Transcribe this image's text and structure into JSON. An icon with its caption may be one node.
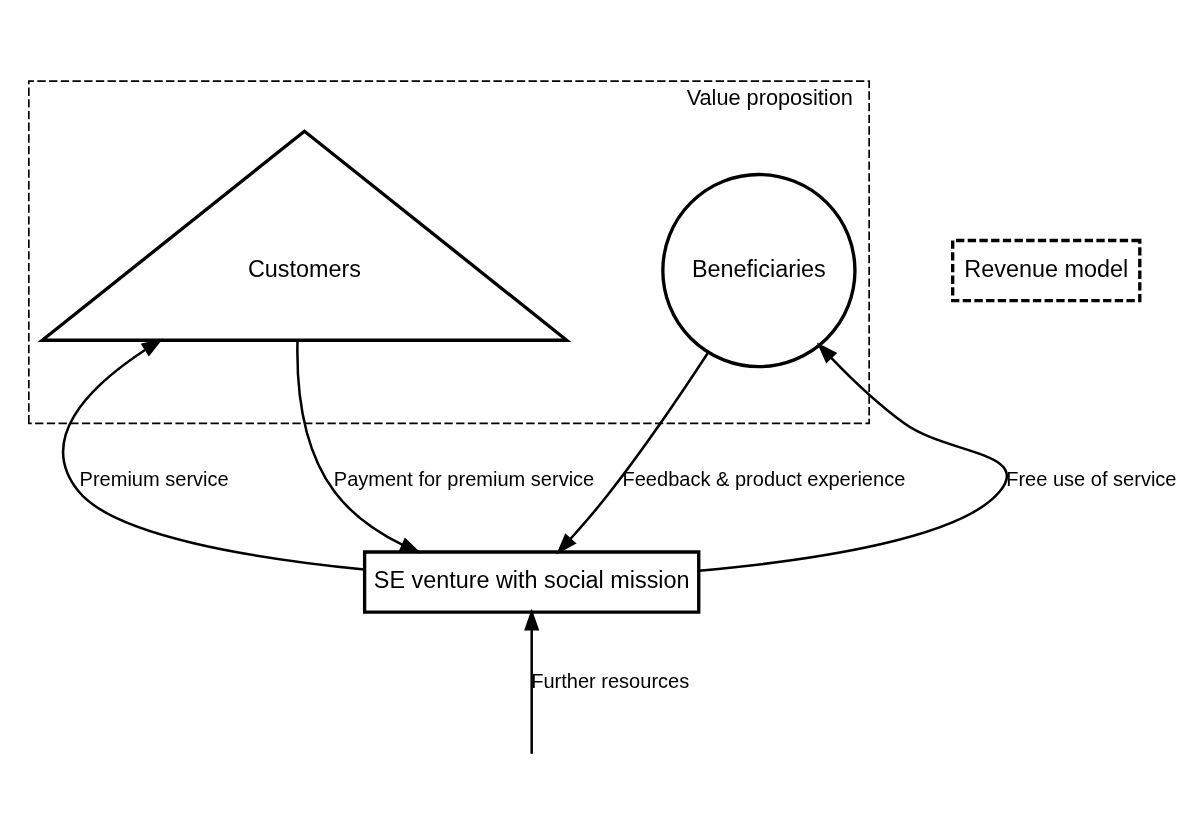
{
  "diagram": {
    "nodes": [
      {
        "text": [
          "Value proposition"
        ]
      },
      {
        "text": [
          "Customers"
        ],
        "in": 0
      },
      {
        "text": [
          "Beneficiaries"
        ],
        "in": 0
      },
      {
        "text": [
          "Revenue model"
        ]
      },
      {
        "text": [
          "SE venture with social mission"
        ]
      }
    ],
    "edges": [
      {
        "from": 4,
        "to": 1,
        "arrow": "to",
        "label": "Premium service"
      },
      {
        "from": 1,
        "to": 4,
        "arrow": "to",
        "label": "Payment for premium service"
      },
      {
        "from": 4,
        "to": 2,
        "arrow": "to",
        "label": "Free use of service"
      },
      {
        "from": 2,
        "to": 4,
        "arrow": "to",
        "label": "Feedback & product experience"
      },
      {
        "from": null,
        "to": 4,
        "arrow": "to",
        "label": "Further resources"
      }
    ]
  }
}
